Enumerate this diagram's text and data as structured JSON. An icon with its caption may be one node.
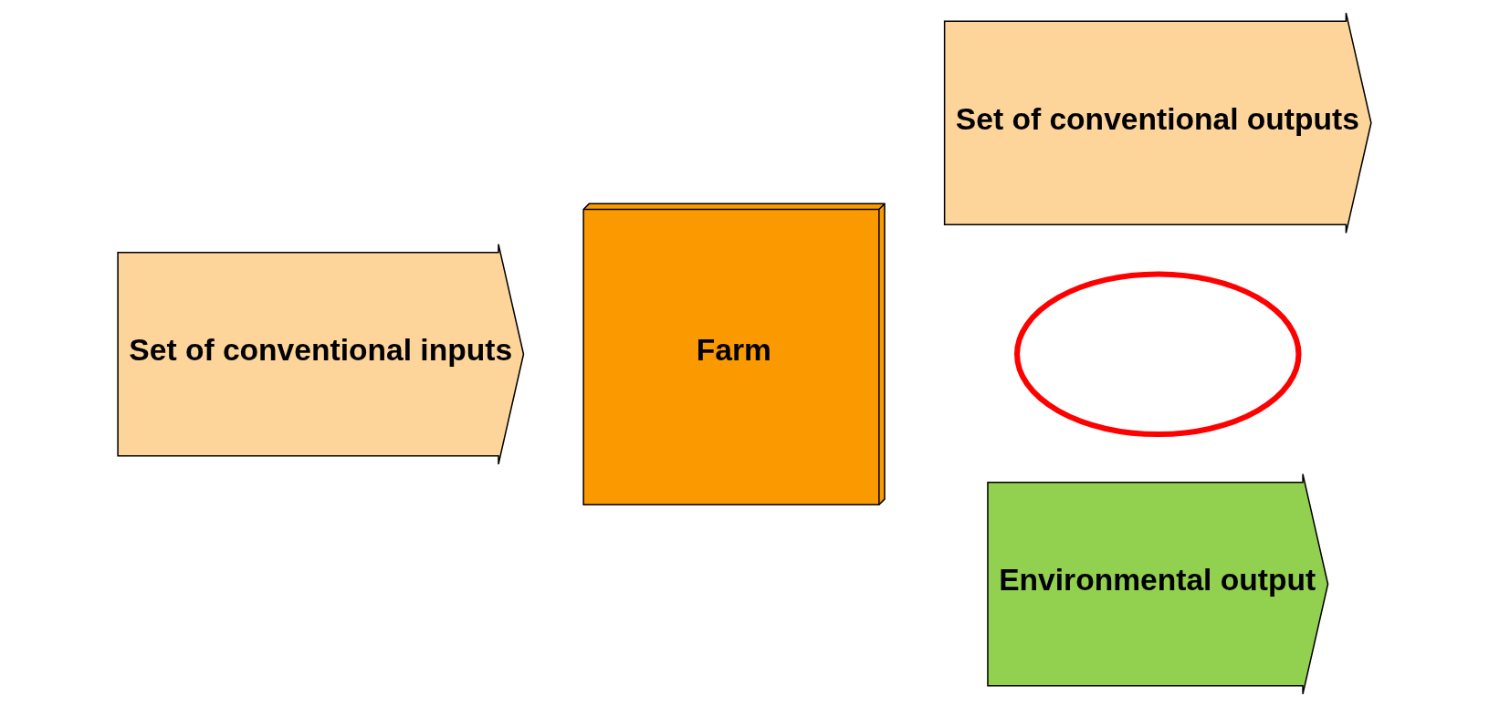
{
  "diagram": {
    "nodes": [
      {
        "text": [
          "Set of conventional inputs"
        ]
      },
      {
        "text": [
          "Farm"
        ]
      },
      {
        "text": [
          "Set of conventional outputs"
        ]
      },
      {
        "text": [],
        "shape": "ellipse"
      },
      {
        "text": [
          "Environmental output"
        ]
      }
    ]
  }
}
